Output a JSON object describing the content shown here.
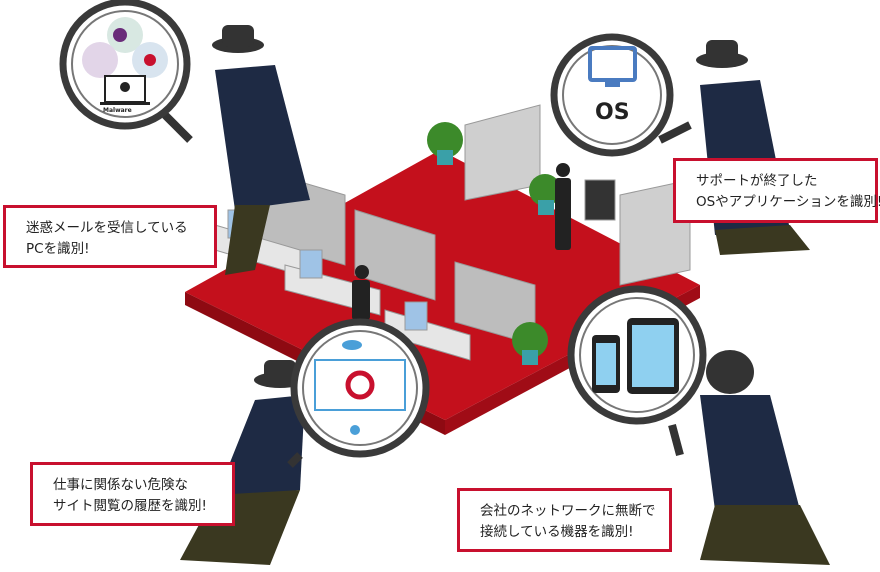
{
  "callouts": {
    "spam_pc": {
      "line1": "迷惑メールを受信している",
      "line2": "PCを識別!"
    },
    "unsupported_os": {
      "line1": "サポートが終了した",
      "line2": "OSやアプリケーションを識別!"
    },
    "risky_sites": {
      "line1": "仕事に関係ない危険な",
      "line2": "サイト閲覧の履歴を識別!"
    },
    "unauthorized_devices": {
      "line1": "会社のネットワークに無断で",
      "line2": "接続している機器を識別!"
    }
  },
  "lenses": {
    "malware_label": "Malware",
    "os_label": "OS"
  },
  "colors": {
    "accent": "#c8102e",
    "floor": "#c4101c",
    "floor_edge": "#8e0a12",
    "coat": "#1e2a44",
    "lens_ring": "#3a3a3a"
  }
}
